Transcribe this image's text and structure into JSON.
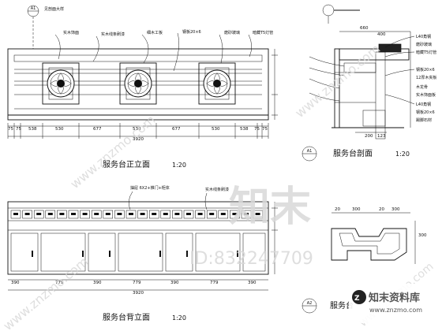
{
  "front_elevation": {
    "callout_tag": "A1",
    "callout_note": "见剖面大样",
    "labels": {
      "cabinet": "实木饰面",
      "molding": "实木线条刷漆",
      "mdf": "细木工板",
      "steel": "钢板20×6",
      "glass": "磨砂玻璃",
      "light": "暗藏T5灯管"
    },
    "dims": [
      "75",
      "75",
      "538",
      "530",
      "677",
      "530",
      "677",
      "530",
      "538",
      "75",
      "75"
    ],
    "total": "3920",
    "title": "服务台正立面",
    "scale": "1:20"
  },
  "section": {
    "dims_top": [
      "660",
      "400"
    ],
    "labels": {
      "l40": "L40角钢",
      "glass": "磨砂玻璃",
      "light": "暗藏T5灯管",
      "steel": "钢板20×6",
      "panel": "12厚木夹板",
      "frame": "木龙骨",
      "cabinet": "实木饰面板",
      "l40b": "L40角钢",
      "base": "钢板20×6",
      "stone": "踢脚石材"
    },
    "dims_bottom": [
      "200",
      "123"
    ],
    "callout_tag": "A1",
    "title": "服务台剖面",
    "scale": "1:20"
  },
  "back_elevation": {
    "label_a": "抽屉 6X2+推门+柜体",
    "label_b": "实木线条刷漆",
    "dims": [
      "390",
      "779",
      "390",
      "779",
      "390",
      "779",
      "390"
    ],
    "total": "3920",
    "title": "服务台背立面",
    "scale": "1:20"
  },
  "plan": {
    "dims": [
      "20",
      "300",
      "20",
      "300"
    ],
    "callout_tag": "A2",
    "title": "服务台",
    "right_dim": "300"
  },
  "watermark": {
    "logo": "知末",
    "id_text": "ID:832247709",
    "site": "www.znzmo.com",
    "brand": "知末资料库",
    "brand_url": "www.znzmo.com"
  }
}
